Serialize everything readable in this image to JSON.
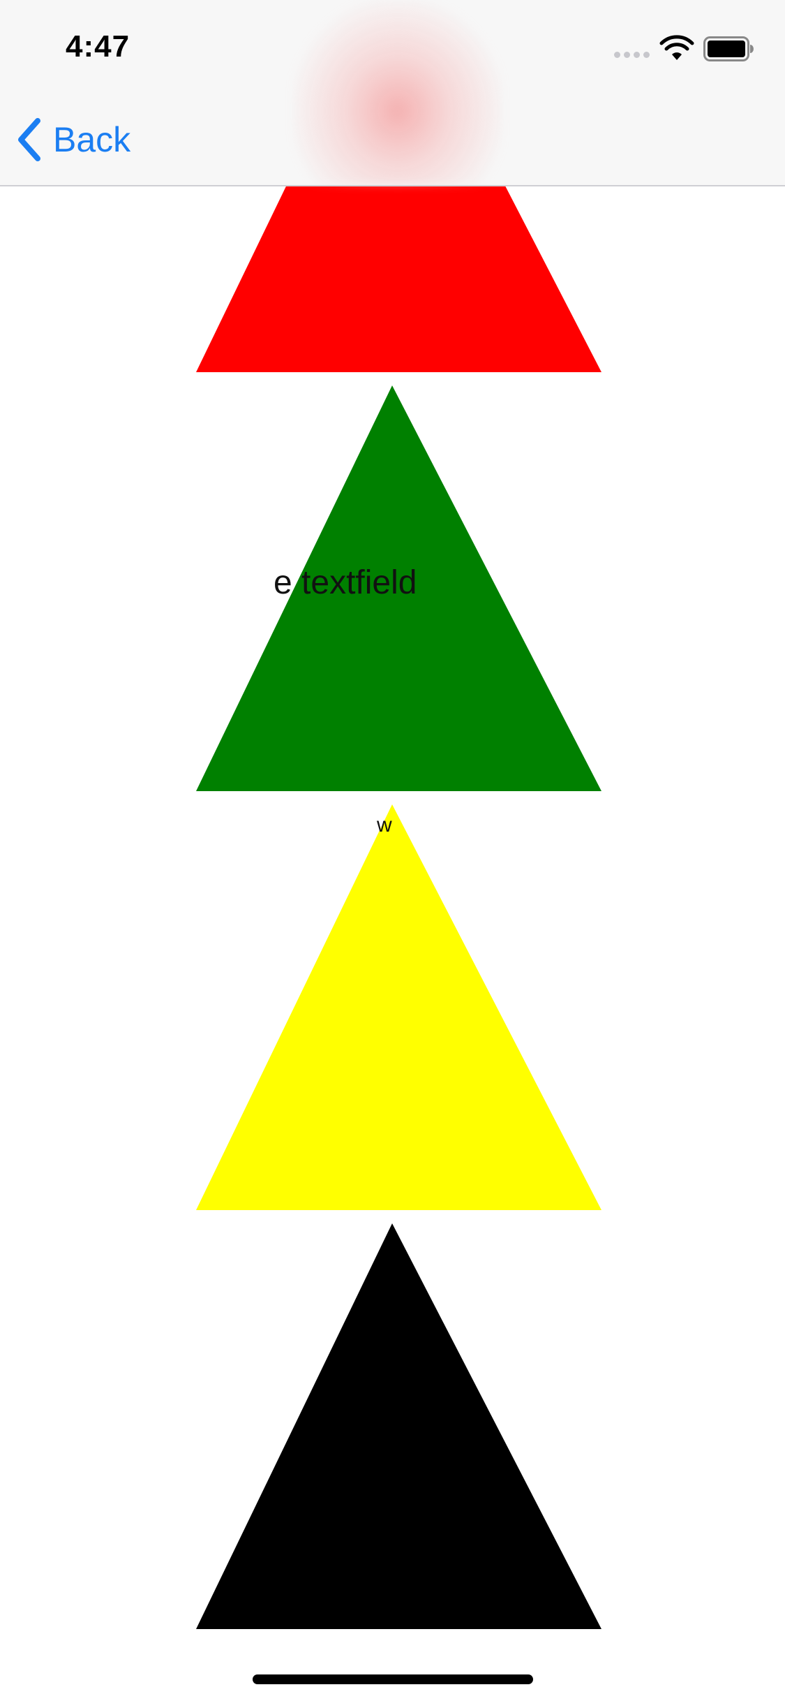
{
  "status_bar": {
    "time": "4:47",
    "signal_icon": "signal-dots-icon",
    "wifi_icon": "wifi-icon",
    "battery_icon": "battery-icon"
  },
  "nav_bar": {
    "back_label": "Back",
    "back_icon": "chevron-left-icon",
    "accent_color": "#1b7ef2"
  },
  "content": {
    "textfield_text": "e textfield",
    "partial_label_text": "w"
  },
  "shapes": [
    {
      "name": "red-triangle",
      "color": "#ff0000"
    },
    {
      "name": "green-triangle",
      "color": "#008000"
    },
    {
      "name": "yellow-triangle",
      "color": "#ffff00"
    },
    {
      "name": "black-triangle",
      "color": "#000000"
    }
  ]
}
